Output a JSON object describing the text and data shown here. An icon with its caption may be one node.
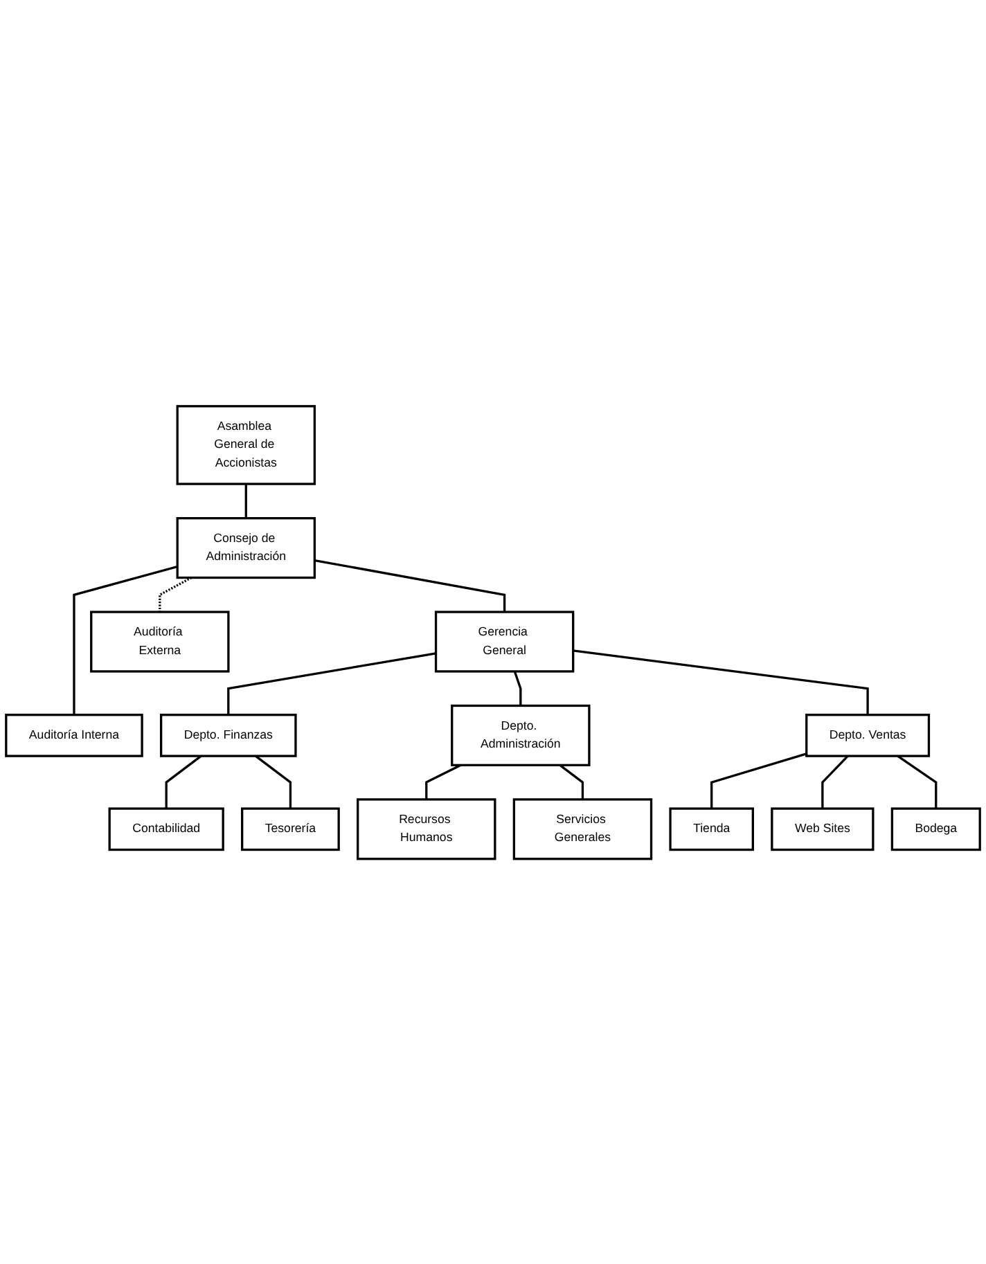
{
  "diagram": {
    "nodes": [
      {
        "text": [
          "Asamblea General de Accionistas"
        ]
      },
      {
        "text": [
          "Consejo de Administración"
        ]
      },
      {
        "text": [
          "Auditoría Interna"
        ]
      },
      {
        "text": [
          "Auditoría Externa"
        ]
      },
      {
        "text": [
          "Gerencia General"
        ]
      },
      {
        "text": [
          "Depto. Finanzas"
        ]
      },
      {
        "text": [
          "Depto. Administración"
        ]
      },
      {
        "text": [
          "Depto. Ventas"
        ]
      },
      {
        "text": [
          "Contabilidad"
        ]
      },
      {
        "text": [
          "Tesorería"
        ]
      },
      {
        "text": [
          "Recursos Humanos"
        ]
      },
      {
        "text": [
          "Servicios Generales"
        ]
      },
      {
        "text": [
          "Tienda"
        ]
      },
      {
        "text": [
          "Web Sites"
        ]
      },
      {
        "text": [
          "Bodega"
        ]
      }
    ],
    "edges": [
      {
        "from": 0,
        "to": 1,
        "arrow": "none"
      },
      {
        "from": 1,
        "to": 2,
        "arrow": "none"
      },
      {
        "from": 1,
        "to": 4,
        "arrow": "none"
      },
      {
        "from": 1,
        "to": 3,
        "arrow": "none",
        "style": "dashed"
      },
      {
        "from": 4,
        "to": 5,
        "arrow": "none"
      },
      {
        "from": 4,
        "to": 6,
        "arrow": "none"
      },
      {
        "from": 4,
        "to": 7,
        "arrow": "none"
      },
      {
        "from": 5,
        "to": 8,
        "arrow": "none"
      },
      {
        "from": 5,
        "to": 9,
        "arrow": "none"
      },
      {
        "from": 6,
        "to": 10,
        "arrow": "none"
      },
      {
        "from": 6,
        "to": 11,
        "arrow": "none"
      },
      {
        "from": 7,
        "to": 12,
        "arrow": "none"
      },
      {
        "from": 7,
        "to": 13,
        "arrow": "none"
      },
      {
        "from": 7,
        "to": 14,
        "arrow": "none"
      }
    ]
  }
}
